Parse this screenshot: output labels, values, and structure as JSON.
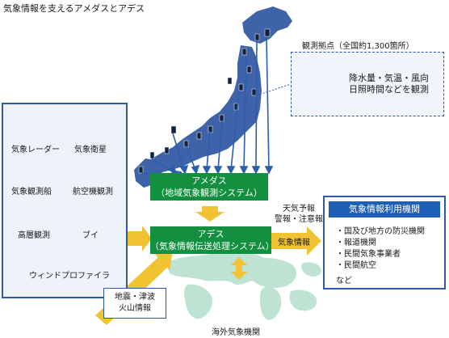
{
  "title": "気象情報を支えるアメダスとアデス",
  "observation": {
    "heading": "観測拠点（全国約1,300箇所）",
    "desc_line1": "降水量・気温・風向",
    "desc_line2": "日照時間などを観測"
  },
  "sources": {
    "items": [
      {
        "label": "気象レーダー"
      },
      {
        "label": "気象衛星"
      },
      {
        "label": "気象観測船"
      },
      {
        "label": "航空機観測"
      },
      {
        "label": "高層観測"
      },
      {
        "label": "ブイ"
      },
      {
        "label": "ウィンドプロファイラ"
      }
    ]
  },
  "amedas": {
    "line1": "アメダス",
    "line2": "（地域気象観測システム）"
  },
  "ades": {
    "line1": "アデス",
    "line2": "（気象情報伝送処理システム）"
  },
  "forecast": {
    "line1": "天気予報",
    "line2": "警報・注意報"
  },
  "weather_info_label": "気象情報",
  "users": {
    "heading": "気象情報利用機関",
    "items": [
      "・国及び地方の防災機関",
      "・報道機関",
      "・民間気象事業者",
      "・民間航空"
    ],
    "etc": "など"
  },
  "quake": {
    "line1": "地震・津波",
    "line2": "火山情報"
  },
  "overseas_label": "海外気象機関",
  "colors": {
    "green": "#13903f",
    "arrow": "#f1c232",
    "blue_arrow": "#2b5fae",
    "frame": "#2f5aa3",
    "japan": "#3f63a8"
  }
}
